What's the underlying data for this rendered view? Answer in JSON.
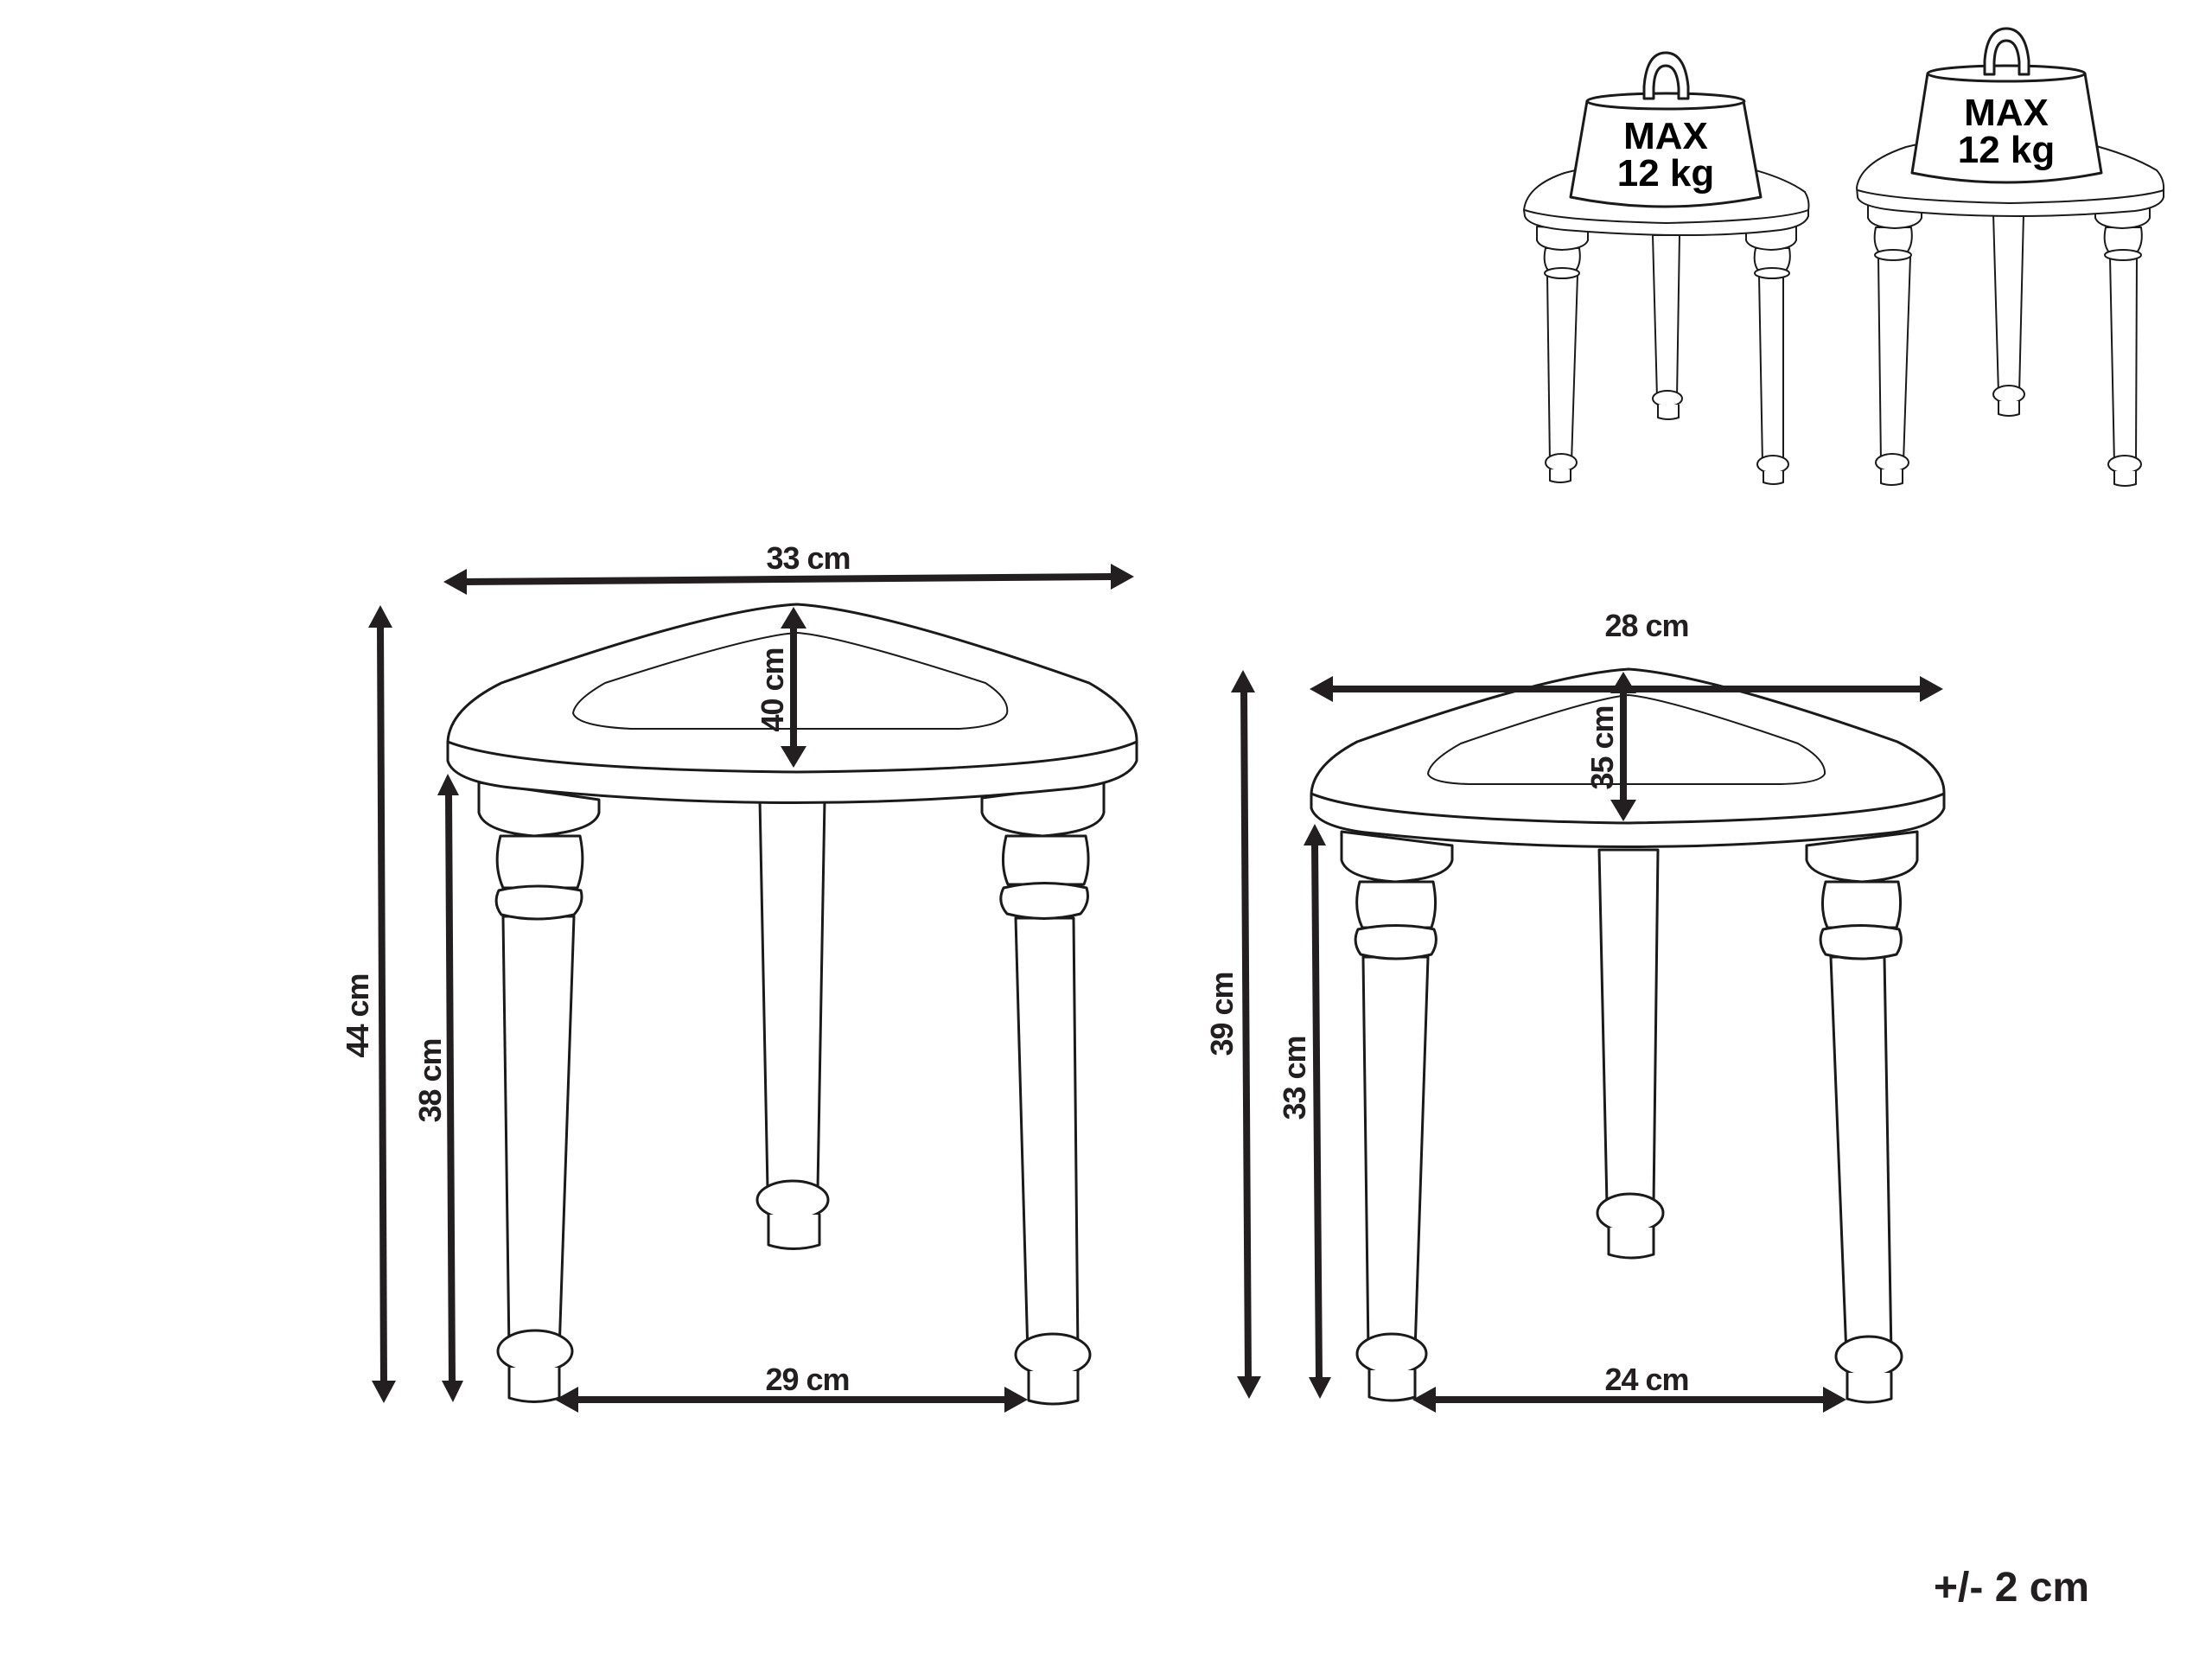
{
  "figure": {
    "type": "product dimension drawing",
    "subject": "set of 2 triangular side tables with turned legs"
  },
  "load_icons": [
    {
      "line1": "MAX",
      "line2": "12 kg"
    },
    {
      "line1": "MAX",
      "line2": "12 kg"
    }
  ],
  "large_table": {
    "width_label": "33 cm",
    "depth_label": "40 cm",
    "total_height_label": "44 cm",
    "leg_height_label": "38 cm",
    "leg_span_label": "29 cm"
  },
  "small_table": {
    "width_label": "28 cm",
    "depth_label": "35 cm",
    "total_height_label": "39 cm",
    "leg_height_label": "33 cm",
    "leg_span_label": "24 cm"
  },
  "tolerance": "+/- 2 cm",
  "colors": {
    "line": "#1a1a1a",
    "dimension": "#231f20",
    "background": "#ffffff"
  }
}
